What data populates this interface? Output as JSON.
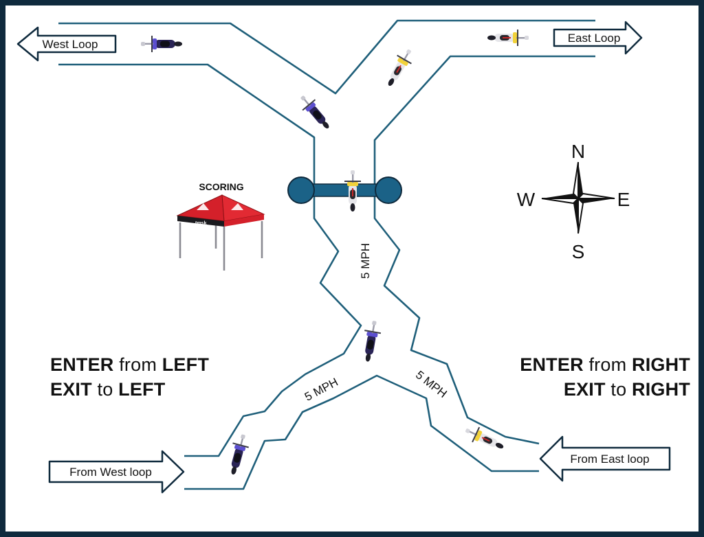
{
  "arrows": {
    "west_loop": "West Loop",
    "east_loop": "East Loop",
    "from_west": "From West loop",
    "from_east": "From East loop"
  },
  "scoring_label": "SCORING",
  "tent_brand": "tmsk",
  "speed": {
    "center": "5 MPH",
    "left": "5 MPH",
    "right": "5 MPH"
  },
  "compass": {
    "n": "N",
    "s": "S",
    "e": "E",
    "w": "W"
  },
  "instructions": {
    "left_line1": {
      "a": "ENTER",
      "b": "from",
      "c": "LEFT"
    },
    "left_line2": {
      "a": "EXIT",
      "b": "to",
      "c": "LEFT"
    },
    "right_line1": {
      "a": "ENTER",
      "b": "from",
      "c": "RIGHT"
    },
    "right_line2": {
      "a": "EXIT",
      "b": "to",
      "c": "RIGHT"
    }
  },
  "colors": {
    "frame": "#0f2a3d",
    "track": "#1f5f7a",
    "gate": "#1b6287",
    "tent_red": "#d4202a",
    "bike_blue": "#4a3fa8"
  }
}
